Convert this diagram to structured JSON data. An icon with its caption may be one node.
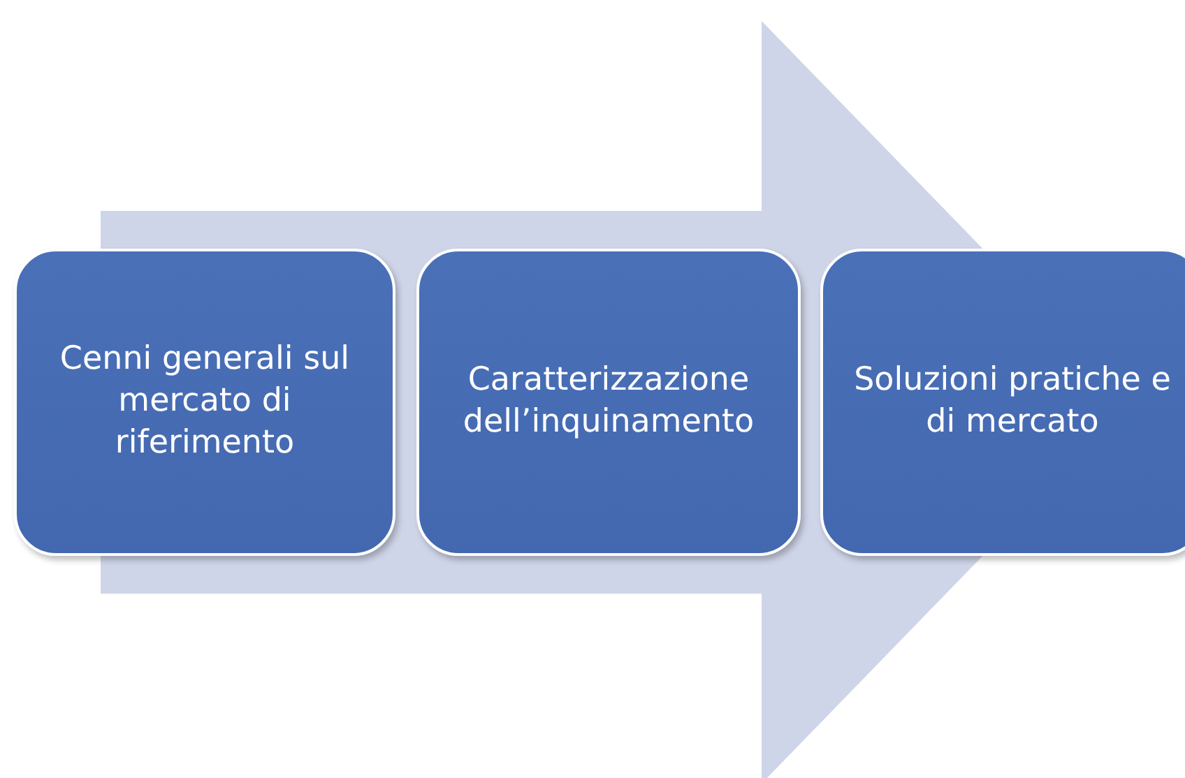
{
  "diagram": {
    "nodes": [
      {
        "text": [
          "Cenni generali sul mercato di riferimento"
        ]
      },
      {
        "text": [
          "Caratterizzazione dell’inquinamento"
        ]
      },
      {
        "text": [
          "Soluzioni pratiche e di mercato"
        ]
      }
    ],
    "edges": [
      {
        "from": 0,
        "to": 2,
        "arrow": "to"
      }
    ]
  }
}
